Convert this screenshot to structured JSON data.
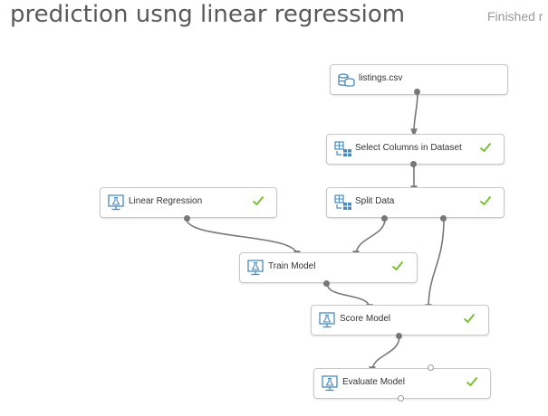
{
  "experiment": {
    "title": "prediction usng linear regressiom",
    "status": "Finished r"
  },
  "modules": {
    "listings": {
      "label": "listings.csv",
      "icon": "dataset-icon"
    },
    "select_columns": {
      "label": "Select Columns in Dataset",
      "icon": "table-transform-icon",
      "completed": true
    },
    "split_data": {
      "label": "Split Data",
      "icon": "table-transform-icon",
      "completed": true
    },
    "linear_regression": {
      "label": "Linear Regression",
      "icon": "flask-monitor-icon",
      "completed": true
    },
    "train_model": {
      "label": "Train Model",
      "icon": "flask-monitor-icon",
      "completed": true
    },
    "score_model": {
      "label": "Score Model",
      "icon": "flask-monitor-icon",
      "completed": true
    },
    "evaluate_model": {
      "label": "Evaluate Model",
      "icon": "flask-monitor-icon",
      "completed": true
    }
  },
  "colors": {
    "check": "#7cbf34",
    "icon": "#4a8bbf",
    "connector": "#777777",
    "title_text": "#595959",
    "status_text": "#9a9a9a"
  }
}
